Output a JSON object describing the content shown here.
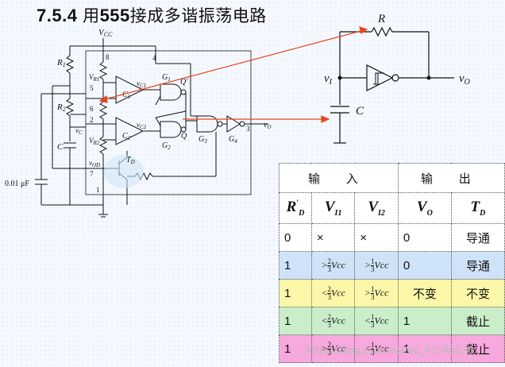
{
  "title": {
    "num": "7.5.4",
    "zh": "用",
    "num2": "555",
    "zh2": "接成多谐振荡电路"
  },
  "left_circuit": {
    "vcc": "V",
    "vcc_sub": "CC",
    "r1": "R",
    "r1_sub": "1",
    "r2": "R",
    "r2_sub": "2",
    "c": "C",
    "cap_value": "0.01 μF",
    "vr1": "V",
    "vr1_sub": "R1",
    "vr2": "V",
    "vr2_sub": "R2",
    "vc": "v",
    "vc_sub": "C",
    "vod": "v",
    "vod_sub": "OD",
    "vc1": "v",
    "vc1_sub": "C1",
    "vc2": "v",
    "vc2_sub": "C2",
    "pins": [
      "8",
      "4",
      "5",
      "6",
      "2",
      "7",
      "1",
      "3"
    ],
    "c1": "C",
    "c1_sub": "1",
    "c2": "C",
    "c2_sub": "2",
    "g1": "G",
    "g1_sub": "1",
    "g2": "G",
    "g2_sub": "2",
    "g3": "G",
    "g3_sub": "3",
    "g4": "G",
    "g4_sub": "4",
    "q": "Q",
    "q_prime": "Q′",
    "td": "T",
    "td_sub": "D",
    "vo": "v",
    "vo_sub": "O"
  },
  "right_circuit": {
    "r": "R",
    "c": "C",
    "vi": "v",
    "vi_sub": "I",
    "vo": "v",
    "vo_sub": "O"
  },
  "table": {
    "group_in": "输 入",
    "group_out": "输 出",
    "headers": [
      "R′D",
      "VI1",
      "VI2",
      "VO",
      "TD"
    ],
    "rows": [
      {
        "rd": "0",
        "vi1": "×",
        "vi2": "×",
        "vo": "0",
        "td": "导通"
      },
      {
        "rd": "1",
        "vi1_op": ">",
        "vi1_frac": [
          "2",
          "3"
        ],
        "vi1_v": "Vcc",
        "vi2_op": ">",
        "vi2_frac": [
          "1",
          "3"
        ],
        "vi2_v": "Vcc",
        "vo": "0",
        "td": "导通"
      },
      {
        "rd": "1",
        "vi1_op": "<",
        "vi1_frac": [
          "2",
          "3"
        ],
        "vi1_v": "Vcc",
        "vi2_op": ">",
        "vi2_frac": [
          "1",
          "3"
        ],
        "vi2_v": "Vcc",
        "vo": "不变",
        "td": "不变"
      },
      {
        "rd": "1",
        "vi1_op": "<",
        "vi1_frac": [
          "2",
          "3"
        ],
        "vi1_v": "Vcc",
        "vi2_op": "<",
        "vi2_frac": [
          "1",
          "3"
        ],
        "vi2_v": "Vcc",
        "vo": "1",
        "td": "截止"
      },
      {
        "rd": "1",
        "vi1_op": ">",
        "vi1_frac": [
          "2",
          "3"
        ],
        "vi1_v": "Vcc",
        "vi2_op": "<",
        "vi2_frac": [
          "1",
          "3"
        ],
        "vi2_v": "Vcc",
        "vo": "1",
        "td": "截止"
      }
    ]
  },
  "watermark": "https://blog.csdn.net/qq_43546676",
  "colors": {
    "arrow": "#e8461e",
    "highlight": "#cfe6f7"
  }
}
